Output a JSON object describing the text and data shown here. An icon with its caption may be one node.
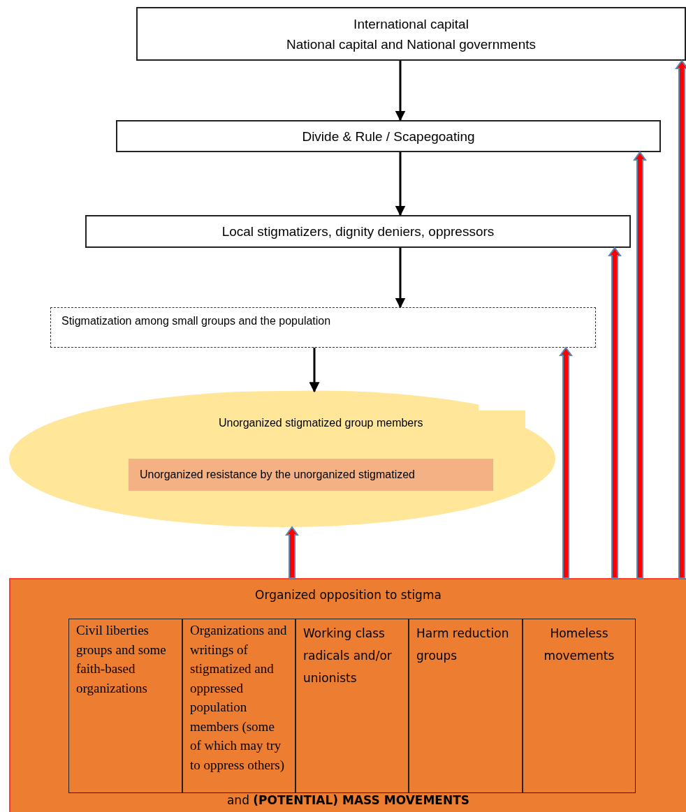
{
  "diagram": {
    "nodes": [
      {
        "text": [
          "International capital",
          "National capital and National governments"
        ]
      },
      {
        "text": [
          "Divide & Rule   /   Scapegoating"
        ]
      },
      {
        "text": [
          "Local stigmatizers, dignity deniers, oppressors"
        ]
      },
      {
        "text": [
          "Stigmatization among small groups and the population"
        ]
      },
      {
        "text": [
          "Unorganized stigmatized group members"
        ]
      },
      {
        "text": [
          "Unorganized resistance by the unorganized stigmatized"
        ],
        "in": 4
      },
      {
        "text": [
          "Organized opposition to stigma",
          "and **(POTENTIAL) MASS MOVEMENTS**"
        ]
      },
      {
        "text": [
          "Civil liberties groups and some faith-based organizations"
        ],
        "in": 6
      },
      {
        "text": [
          "Organizations and writings of stigmatized and oppressed population members (some of which may try to oppress others)"
        ],
        "in": 6
      },
      {
        "text": [
          "Working class radicals and/or unionists"
        ],
        "in": 6
      },
      {
        "text": [
          "Harm reduction groups"
        ],
        "in": 6
      },
      {
        "text": [
          "Homeless movements"
        ],
        "in": 6
      }
    ],
    "edges": [
      {
        "from": 0,
        "to": 1,
        "arrow": "to",
        "color": "#000000"
      },
      {
        "from": 1,
        "to": 2,
        "arrow": "to",
        "color": "#000000"
      },
      {
        "from": 2,
        "to": 3,
        "arrow": "to",
        "color": "#000000"
      },
      {
        "from": 3,
        "to": 4,
        "arrow": "to",
        "color": "#000000"
      },
      {
        "from": 6,
        "to": 4,
        "arrow": "to",
        "style": "thick",
        "color": "#ff0000"
      },
      {
        "from": 6,
        "to": 3,
        "arrow": "to",
        "style": "thick",
        "color": "#ff0000"
      },
      {
        "from": 6,
        "to": 2,
        "arrow": "to",
        "style": "thick",
        "color": "#ff0000"
      },
      {
        "from": 6,
        "to": 1,
        "arrow": "to",
        "style": "thick",
        "color": "#ff0000"
      },
      {
        "from": 6,
        "to": 0,
        "arrow": "to",
        "style": "thick",
        "color": "#ff0000"
      }
    ]
  }
}
